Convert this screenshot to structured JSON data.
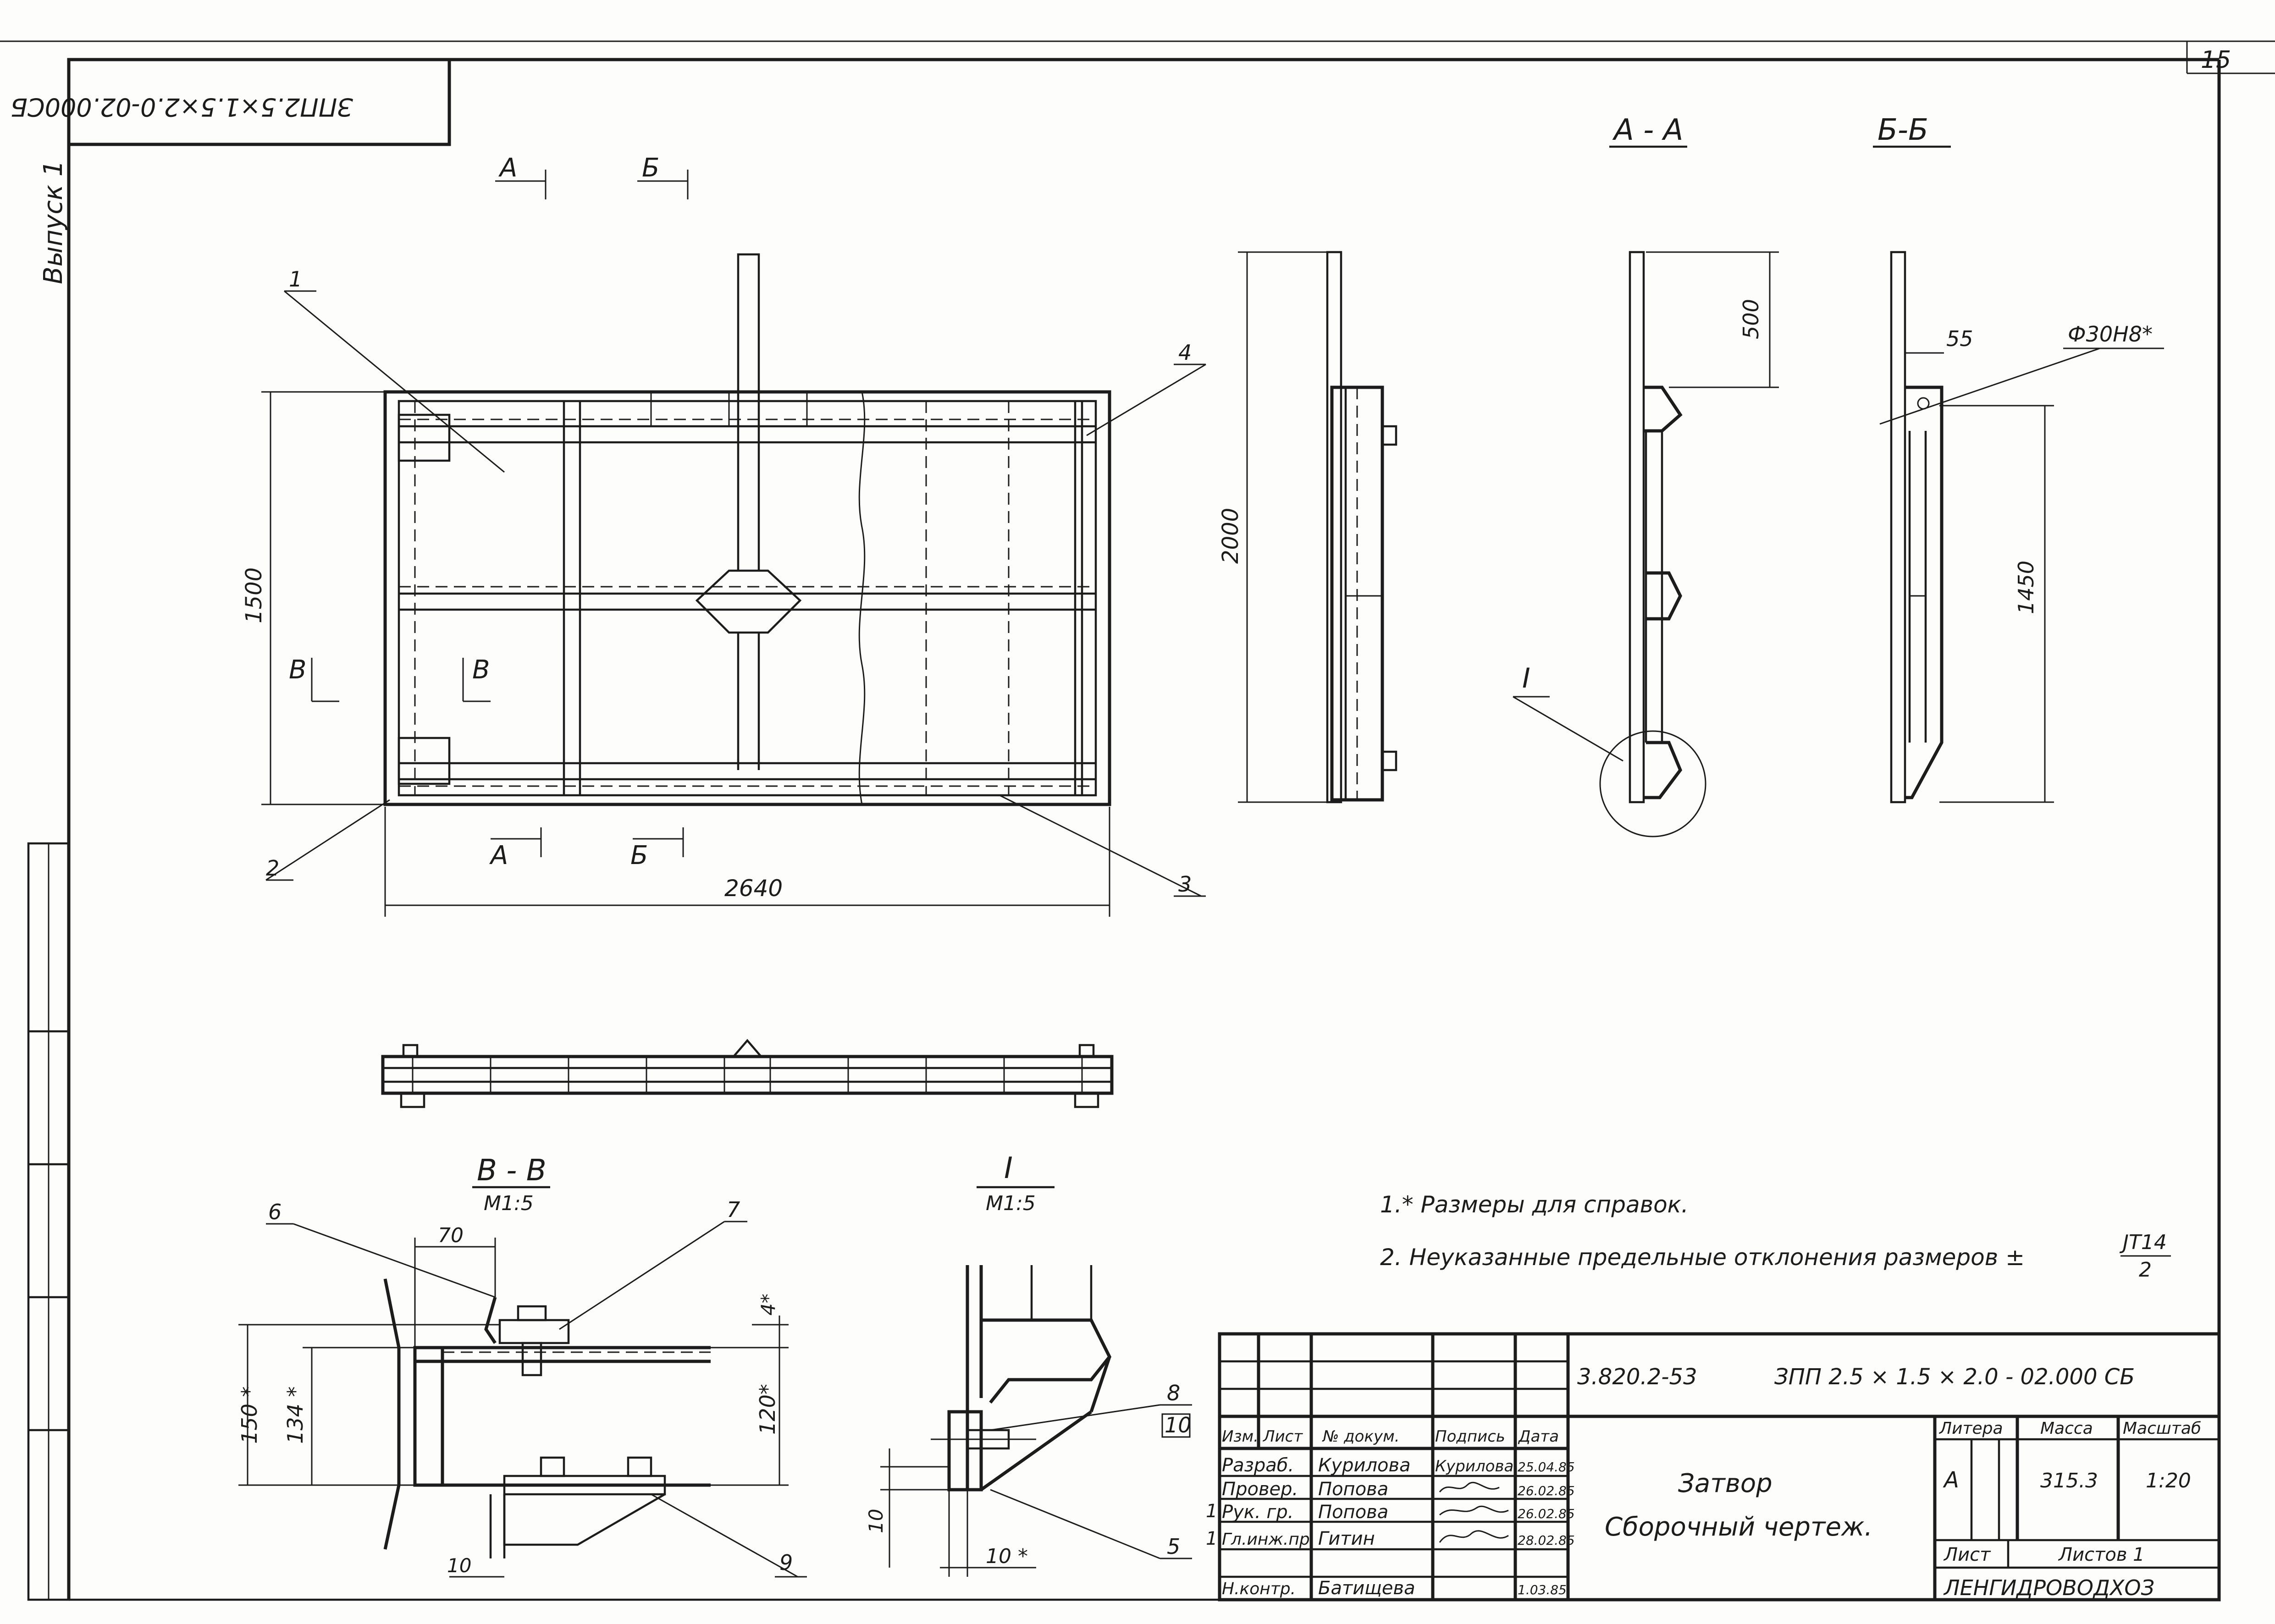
{
  "sheet": {
    "sheet_number": "15",
    "release": "Выпуск 1",
    "rotated_code": "ЗПП2.5×1.5×2.0-02.000СБ"
  },
  "plan": {
    "section_a": "А",
    "section_b": "Б",
    "section_v": "В",
    "dim_height": "1500",
    "dim_width": "2640",
    "leaders": [
      "1",
      "2",
      "3",
      "4"
    ]
  },
  "side_view": {
    "dim_height": "2000"
  },
  "section_aa": {
    "title": "А - А",
    "dim_top": "500",
    "detail": "I"
  },
  "section_bb": {
    "title": "Б-Б",
    "dim_55": "55",
    "hole": "Ф30Н8*",
    "dim_height": "1450"
  },
  "section_vv": {
    "title": "В - В",
    "scale": "М1:5",
    "dim_70": "70",
    "dim_150": "150 *",
    "dim_134": "134 *",
    "dim_120": "120*",
    "dim_4": "4*",
    "dim_10": "10",
    "leaders": [
      "6",
      "7",
      "9"
    ]
  },
  "detail_i": {
    "title": "I",
    "scale": "М1:5",
    "dim_10v": "10",
    "dim_10h": "10 *",
    "leaders": [
      "8",
      "10",
      "5"
    ]
  },
  "notes": {
    "note1": "1.* Размеры для справок.",
    "note2": "2. Неуказанные предельные отклонения размеров ±",
    "frac_top": "JT14",
    "frac_bottom": "2"
  },
  "title_block": {
    "code_left": "3.820.2-53",
    "code_right": "ЗПП 2.5 × 1.5 × 2.0 - 02.000 СБ",
    "name_line1": "Затвор",
    "name_line2": "Сборочный   чертеж.",
    "header_izm": "Изм.",
    "header_list": "Лист",
    "header_doc": "№ докум.",
    "header_sign": "Подпись",
    "header_date": "Дата",
    "rows": [
      {
        "role": "Разраб.",
        "name": "Курилова",
        "sign": "Курилова",
        "date": "25.04.85"
      },
      {
        "role": "Провер.",
        "name": "Попова",
        "sign": "",
        "date": "26.02.85"
      },
      {
        "role": "Рук. гр.",
        "name": "Попова",
        "sign": "",
        "date": "26.02.85"
      },
      {
        "role": "Гл.инж.пр",
        "name": "Гитин",
        "sign": "",
        "date": "28.02.85"
      },
      {
        "role": "Н.контр.",
        "name": "Батищева",
        "sign": "",
        "date": "1.03.85"
      }
    ],
    "rev_marks": [
      "1",
      "1"
    ],
    "litera_label": "Литера",
    "mass_label": "Масса",
    "scale_label": "Масштаб",
    "litera": "А",
    "mass": "315.3",
    "scale": "1:20",
    "sheet_label": "Лист",
    "sheets_label": "Листов 1",
    "org": "ЛЕНГИДРОВОДХОЗ"
  }
}
